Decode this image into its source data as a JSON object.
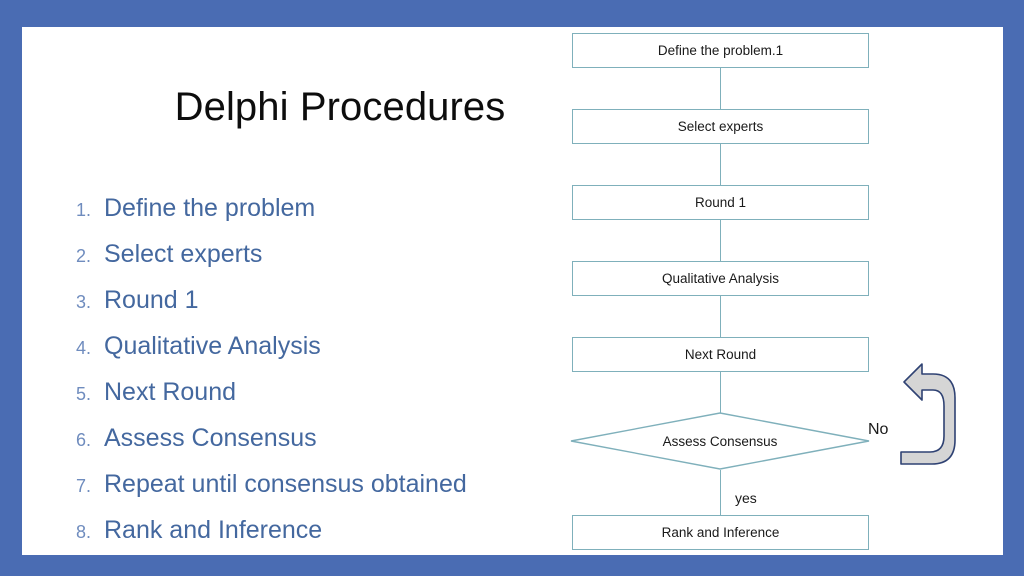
{
  "slide": {
    "frame_color": "#4a6cb3",
    "card_color": "#ffffff",
    "title": "Delphi Procedures",
    "title_color": "#0d0d0d",
    "list_text_color": "#44689f",
    "list_number_color": "#6f8cbe"
  },
  "procedures": [
    {
      "number": "1.",
      "label": "Define the problem"
    },
    {
      "number": "2.",
      "label": "Select experts"
    },
    {
      "number": "3.",
      "label": "Round 1"
    },
    {
      "number": "4.",
      "label": "Qualitative Analysis"
    },
    {
      "number": "5.",
      "label": "Next Round"
    },
    {
      "number": "6.",
      "label": "Assess Consensus"
    },
    {
      "number": "7.",
      "label": "Repeat until consensus obtained"
    },
    {
      "number": "8.",
      "label": "Rank and Inference"
    }
  ],
  "flowchart": {
    "border_color": "#7fb0bb",
    "node_text_color": "#1a1a1a",
    "arrow_fill": "#d5d5d5",
    "arrow_stroke": "#2f4273",
    "nodes": [
      {
        "id": "define-the-problem",
        "shape": "process",
        "label": "Define the problem.1"
      },
      {
        "id": "select-experts",
        "shape": "process",
        "label": "Select experts"
      },
      {
        "id": "round-1",
        "shape": "process",
        "label": "Round 1"
      },
      {
        "id": "qualitative-analysis",
        "shape": "process",
        "label": "Qualitative Analysis"
      },
      {
        "id": "next-round",
        "shape": "process",
        "label": "Next Round"
      },
      {
        "id": "assess-consensus",
        "shape": "decision",
        "label": "Assess Consensus"
      },
      {
        "id": "rank-and-inference",
        "shape": "process",
        "label": "Rank and Inference"
      }
    ],
    "edge_labels": {
      "yes": "yes",
      "no": "No"
    }
  }
}
